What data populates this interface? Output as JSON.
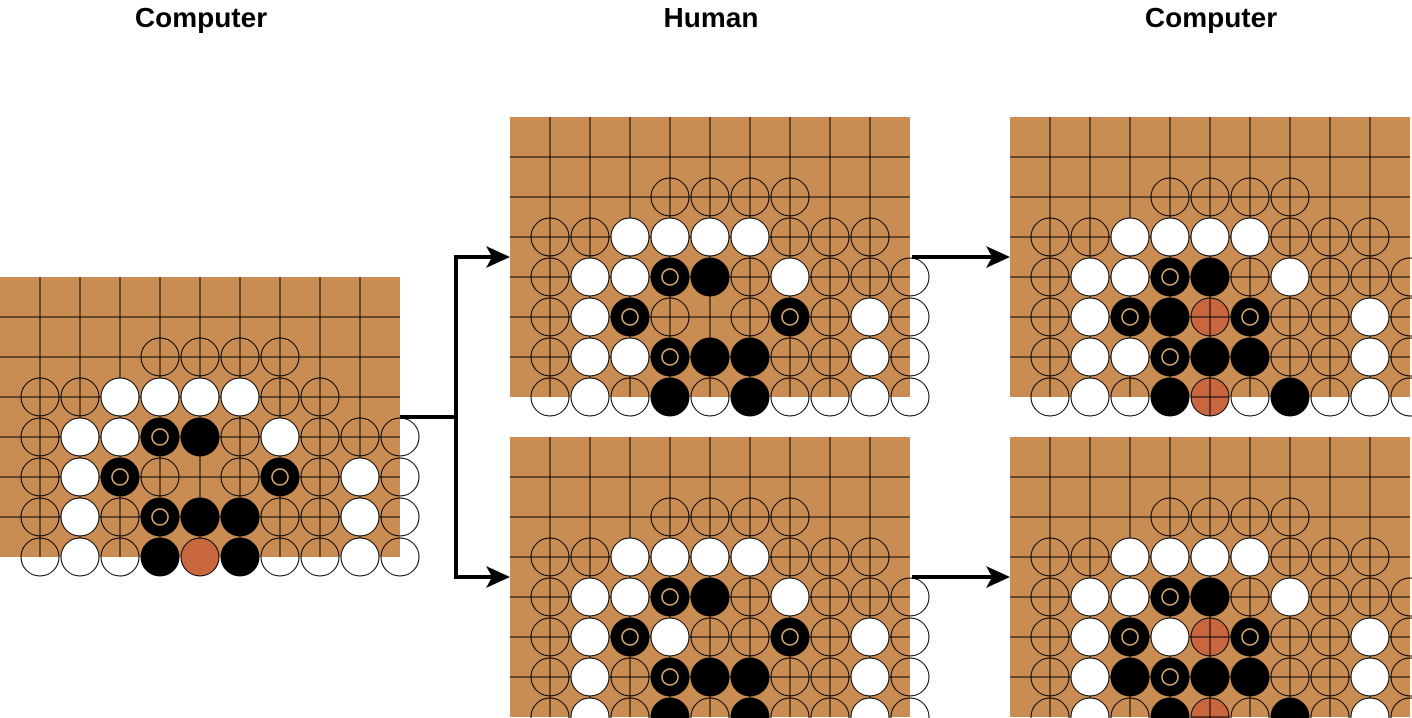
{
  "headers": [
    "Computer",
    "Human",
    "Computer"
  ],
  "colors": {
    "board": "#c98d53",
    "line": "#000000",
    "white_stone": "#ffffff",
    "black_stone": "#000000",
    "highlight_stone": "#c8673f",
    "ring": "#e0b070",
    "arrow": "#000000"
  },
  "board_size": {
    "cols": 10,
    "rows": 7
  },
  "legend_codes": {
    "e": "empty outline circle",
    "W": "white stone",
    "B": "black stone",
    "R": "black stone with ring marker",
    "H": "highlighted (orange) stone",
    "h": "highlighted (orange) cross point"
  },
  "boards": [
    {
      "id": "board-1",
      "rows": [
        "..........",
        "...eeee...",
        "eeWWWWee..",
        "eWWRBeWeee",
        "eWRe.eReWe",
        "eWeRBBeeWe",
        "eWeBHBeeWe"
      ]
    },
    {
      "id": "board-2",
      "rows": [
        "..........",
        "...eeee...",
        "eeWWWWeee.",
        "eWWRBeWeee",
        "eWRe.eReWe",
        "eWWRBBeeWe",
        "eWeBeBeeWe"
      ]
    },
    {
      "id": "board-3",
      "rows": [
        "..........",
        "...eeee...",
        "eeWWWWeee.",
        "eWWRBeWeee",
        "eWRBhReeWe",
        "eWWRBBeeWe",
        "eWeBheBeWe"
      ]
    },
    {
      "id": "board-4",
      "rows": [
        "..........",
        "...eeee...",
        "eeWWWWeee.",
        "eWWRBeWeee",
        "eWRWeeReWe",
        "eWeRBBeeWe",
        "eWeBeBeeWe"
      ]
    },
    {
      "id": "board-5",
      "rows": [
        "..........",
        "...eeee...",
        "eeWWWWeee.",
        "eWWRBeWeee",
        "eWRWhReeWe",
        "eWBRBBeeWe",
        "eWeBheBeWe"
      ]
    }
  ]
}
